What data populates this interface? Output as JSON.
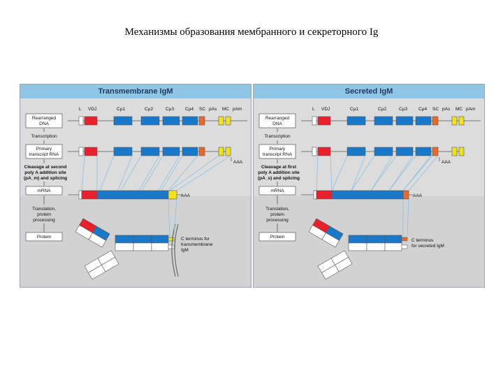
{
  "slide": {
    "title": "Механизмы образования мембранного и секреторного Ig"
  },
  "left_panel": {
    "title": "Transmembrane IgM",
    "row_labels": {
      "dna": [
        "Rearranged",
        "DNA"
      ],
      "transcription": "Transcription",
      "primary": [
        "Primary",
        "transcript RNA"
      ],
      "cleavage": [
        "Cleavage at second",
        "poly A addition site",
        "(pA_m) and splicing"
      ],
      "mrna": "mRNA",
      "translation": [
        "Translation,",
        "protein",
        "processing"
      ],
      "protein": "Protein"
    },
    "gene_labels": [
      "L",
      "VDJ",
      "Cμ1",
      "Cμ2",
      "Cμ3",
      "Cμ4",
      "SC",
      "pAs",
      "MC",
      "pAm"
    ],
    "aaa_label": "AAA",
    "cterm_label": [
      "C terminus for",
      "transmembrane",
      "IgM"
    ]
  },
  "right_panel": {
    "title": "Secreted IgM",
    "row_labels": {
      "dna": [
        "Rearranged",
        "DNA"
      ],
      "transcription": "Transcription",
      "primary": [
        "Primary",
        "transcript RNA"
      ],
      "cleavage": [
        "Cleavage at first",
        "poly A addition site",
        "(pA_s) and splicing"
      ],
      "mrna": "mRNA",
      "translation": [
        "Translation,",
        "protein",
        "processing"
      ],
      "protein": "Protein"
    },
    "gene_labels": [
      "L",
      "VDJ",
      "Cμ1",
      "Cμ2",
      "Cμ3",
      "Cμ4",
      "SC",
      "pAs",
      "MC",
      "pAm"
    ],
    "aaa_label": "AAA",
    "cterm_label": [
      "C terminus",
      "for secreted IgM"
    ]
  },
  "colors": {
    "vdj": "#e8212d",
    "constant": "#1a78c8",
    "sc": "#e86a2a",
    "mc": "#f2e21a",
    "header": "#8fc6e6",
    "panel": "#dcdcdc"
  }
}
